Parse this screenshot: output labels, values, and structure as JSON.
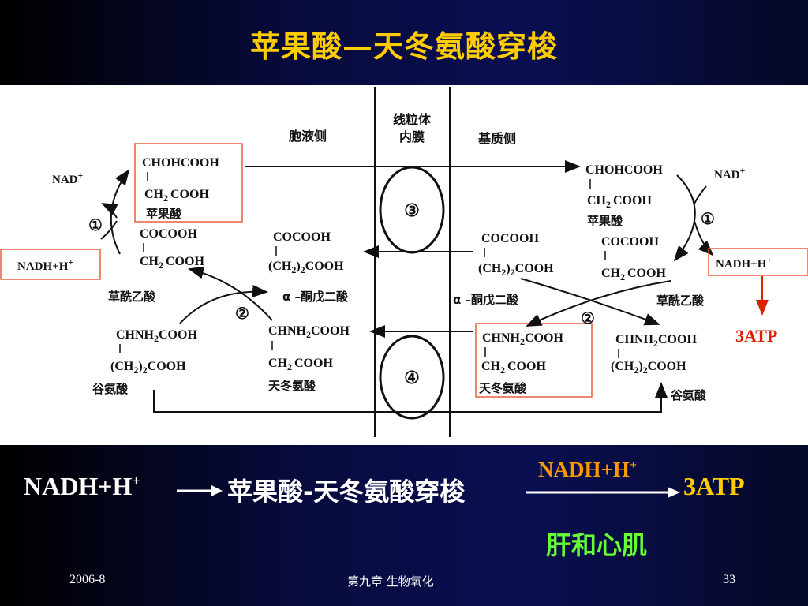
{
  "title": "苹果酸—天冬氨酸穿梭",
  "diagram": {
    "headers": {
      "cytosol": "胞液侧",
      "membrane_line1": "线粒体",
      "membrane_line2": "内膜",
      "matrix": "基质侧"
    },
    "carriers": {
      "top": "③",
      "bottom": "④"
    },
    "left": {
      "nad": "NAD",
      "nadh": "NADH+H",
      "step1": "①",
      "step2": "②",
      "malate_l1": "CHOHCOOH",
      "malate_l2": "CH",
      "malate_l2b": "COOH",
      "malate_name": "苹果酸",
      "oaa_l1": "COCOOH",
      "oaa_l2": "CH",
      "oaa_l2b": "COOH",
      "oaa_name": "草酰乙酸",
      "glu_l1": "CHNH",
      "glu_l1b": "COOH",
      "glu_l2": "(CH",
      "glu_l2b": ")",
      "glu_l2c": "COOH",
      "glu_name": "谷氨酸",
      "akg_l1": "COCOOH",
      "akg_l2": "(CH",
      "akg_l2b": ")",
      "akg_l2c": "COOH",
      "akg_name": "α –酮戊二酸",
      "asp_l1": "CHNH",
      "asp_l1b": "COOH",
      "asp_l2": "CH",
      "asp_l2b": "COOH",
      "asp_name": "天冬氨酸"
    },
    "right": {
      "nad": "NAD",
      "nadh": "NADH+H",
      "step1": "①",
      "step2": "②",
      "atp": "3ATP",
      "malate_l1": "CHOHCOOH",
      "malate_l2": "CH",
      "malate_l2b": "COOH",
      "malate_name": "苹果酸",
      "oaa_l1": "COCOOH",
      "oaa_l2": "CH",
      "oaa_l2b": "COOH",
      "oaa_name": "草酰乙酸",
      "akg_l1": "COCOOH",
      "akg_l2": "(CH",
      "akg_l2b": ")",
      "akg_l2c": "COOH",
      "akg_name": "α –酮戊二酸",
      "asp_l1": "CHNH",
      "asp_l1b": "COOH",
      "asp_l2": "CH",
      "asp_l2b": "COOH",
      "asp_name": "天冬氨酸",
      "glu_l1": "CHNH",
      "glu_l1b": "COOH",
      "glu_l2": "(CH",
      "glu_l2b": ")",
      "glu_l2c": "COOH",
      "glu_name": "谷氨酸"
    },
    "sub2": "2",
    "sup_plus": "+"
  },
  "equation": {
    "reactant": "NADH+H",
    "reactant_sup": "+",
    "shuttle": "苹果酸-天冬氨酸穿梭",
    "over_arrow": "NADH+H",
    "over_arrow_sup": "+",
    "product": "3ATP",
    "tissue": "肝和心肌"
  },
  "footer": {
    "date": "2006-8",
    "chapter": "第九章  生物氧化",
    "page": "33"
  },
  "colors": {
    "title": "#ffcc00",
    "product": "#ffcc00",
    "over_arrow": "#ff9900",
    "tissue": "#66ff33",
    "highlight_box": "#e8603c",
    "atp_red": "#dd2200"
  }
}
